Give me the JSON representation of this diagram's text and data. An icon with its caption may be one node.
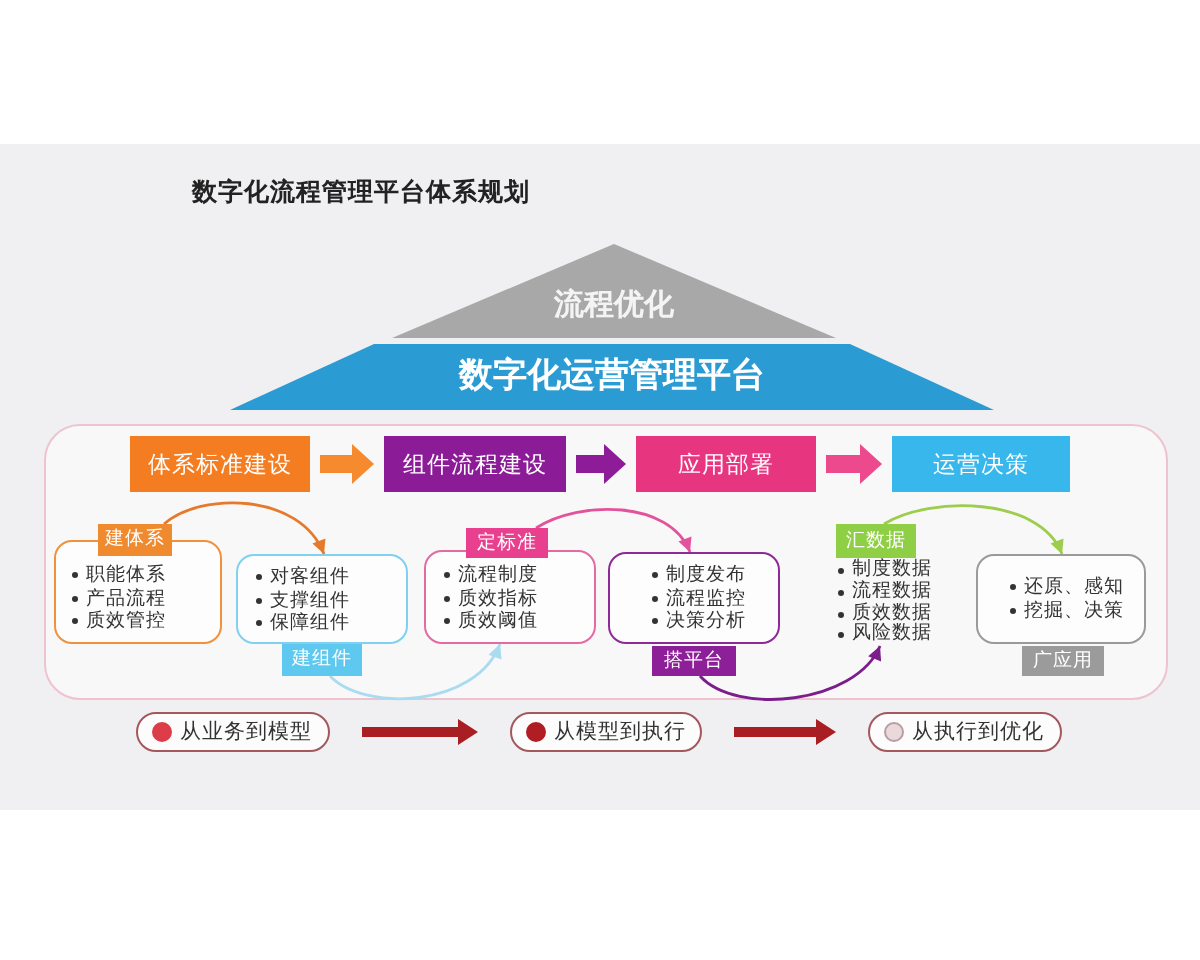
{
  "diagram": {
    "title": "数字化流程管理平台体系规划",
    "nodes": [
      {
        "text": [
          "流程优化"
        ]
      },
      {
        "text": [
          "数字化运营管理平台"
        ]
      },
      {
        "text": [],
        "shape": "box"
      },
      {
        "text": [
          "体系标准建设"
        ],
        "in": 2
      },
      {
        "text": [
          "组件流程建设"
        ],
        "in": 2
      },
      {
        "text": [
          "应用部署"
        ],
        "in": 2
      },
      {
        "text": [
          "运营决策"
        ],
        "in": 2
      },
      {
        "text": [
          "建体系",
          "职能体系",
          "产品流程",
          "质效管控"
        ],
        "in": 2
      },
      {
        "text": [
          "对客组件",
          "支撑组件",
          "保障组件",
          "建组件"
        ],
        "in": 2
      },
      {
        "text": [
          "定标准",
          "流程制度",
          "质效指标",
          "质效阈值"
        ],
        "in": 2
      },
      {
        "text": [
          "制度发布",
          "流程监控",
          "决策分析",
          "搭平台"
        ],
        "in": 2
      },
      {
        "text": [
          "汇数据",
          "制度数据",
          "流程数据",
          "质效数据",
          "风险数据"
        ],
        "in": 2
      },
      {
        "text": [
          "还原、感知",
          "挖掘、决策",
          "广应用"
        ],
        "in": 2
      },
      {
        "text": [
          "从业务到模型"
        ]
      },
      {
        "text": [
          "从模型到执行"
        ]
      },
      {
        "text": [
          "从执行到优化"
        ]
      }
    ],
    "edges": [
      {
        "from": 3,
        "to": 4,
        "arrow": "to",
        "style": "thick",
        "color": "#f58a2e"
      },
      {
        "from": 4,
        "to": 5,
        "arrow": "to",
        "style": "thick",
        "color": "#8e1c98"
      },
      {
        "from": 5,
        "to": 6,
        "arrow": "to",
        "style": "thick",
        "color": "#ec4a8c"
      },
      {
        "from": 7,
        "to": 8,
        "arrow": "to",
        "color": "#e57a2c"
      },
      {
        "from": 8,
        "to": 9,
        "arrow": "to",
        "color": "#a9dcf0"
      },
      {
        "from": 9,
        "to": 10,
        "arrow": "to",
        "color": "#e2539c"
      },
      {
        "from": 10,
        "to": 11,
        "arrow": "to",
        "color": "#7c1d8c"
      },
      {
        "from": 11,
        "to": 12,
        "arrow": "to",
        "color": "#9ccd4c"
      },
      {
        "from": 13,
        "to": 14,
        "arrow": "to",
        "style": "thick",
        "color": "#a81e22"
      },
      {
        "from": 14,
        "to": 15,
        "arrow": "to",
        "style": "thick",
        "color": "#a81e22"
      }
    ]
  }
}
